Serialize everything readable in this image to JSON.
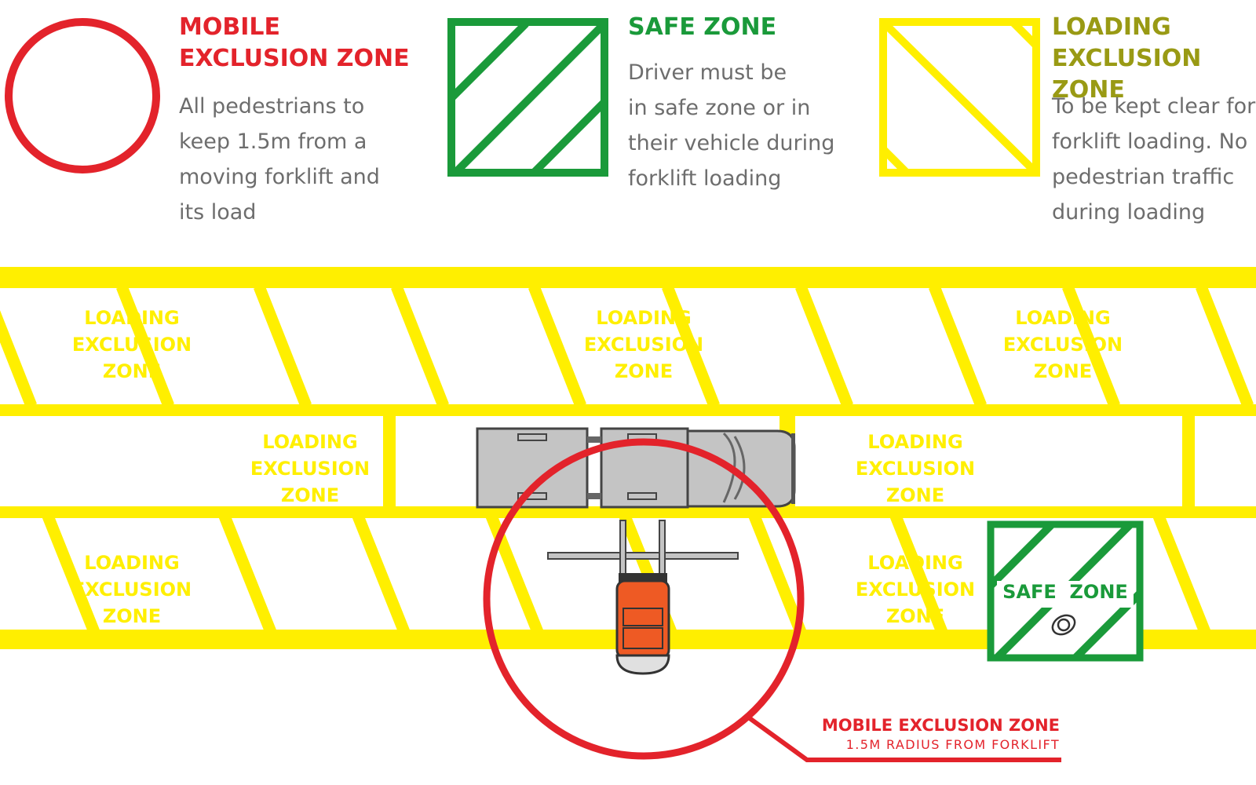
{
  "legend": {
    "mobile": {
      "title": "MOBILE\nEXCLUSION ZONE",
      "text": "All pedestrians to\nkeep 1.5m from a\nmoving forklift and\nits load"
    },
    "safe": {
      "title": "SAFE ZONE",
      "text": "Driver must be\nin safe zone or in\ntheir vehicle during\nforklift loading"
    },
    "loading": {
      "title": "LOADING\nEXCLUSION ZONE",
      "text": "To be kept clear for\nforklift loading. No\npedestrian traffic\nduring loading"
    }
  },
  "zones": {
    "loading_label": "LOADING\nEXCLUSION\nZONE",
    "safe_label": "SAFE  ZONE"
  },
  "callout": {
    "title": "MOBILE EXCLUSION ZONE",
    "subtitle": "1.5M RADIUS FROM FORKLIFT"
  },
  "colors": {
    "red": "#e3232b",
    "green": "#1a9a3a",
    "yellow": "#ffef00",
    "olive": "#999a14",
    "gray_text": "#6d6d6d",
    "forklift_orange": "#ee5a24",
    "truck_gray": "#c4c4c4"
  }
}
